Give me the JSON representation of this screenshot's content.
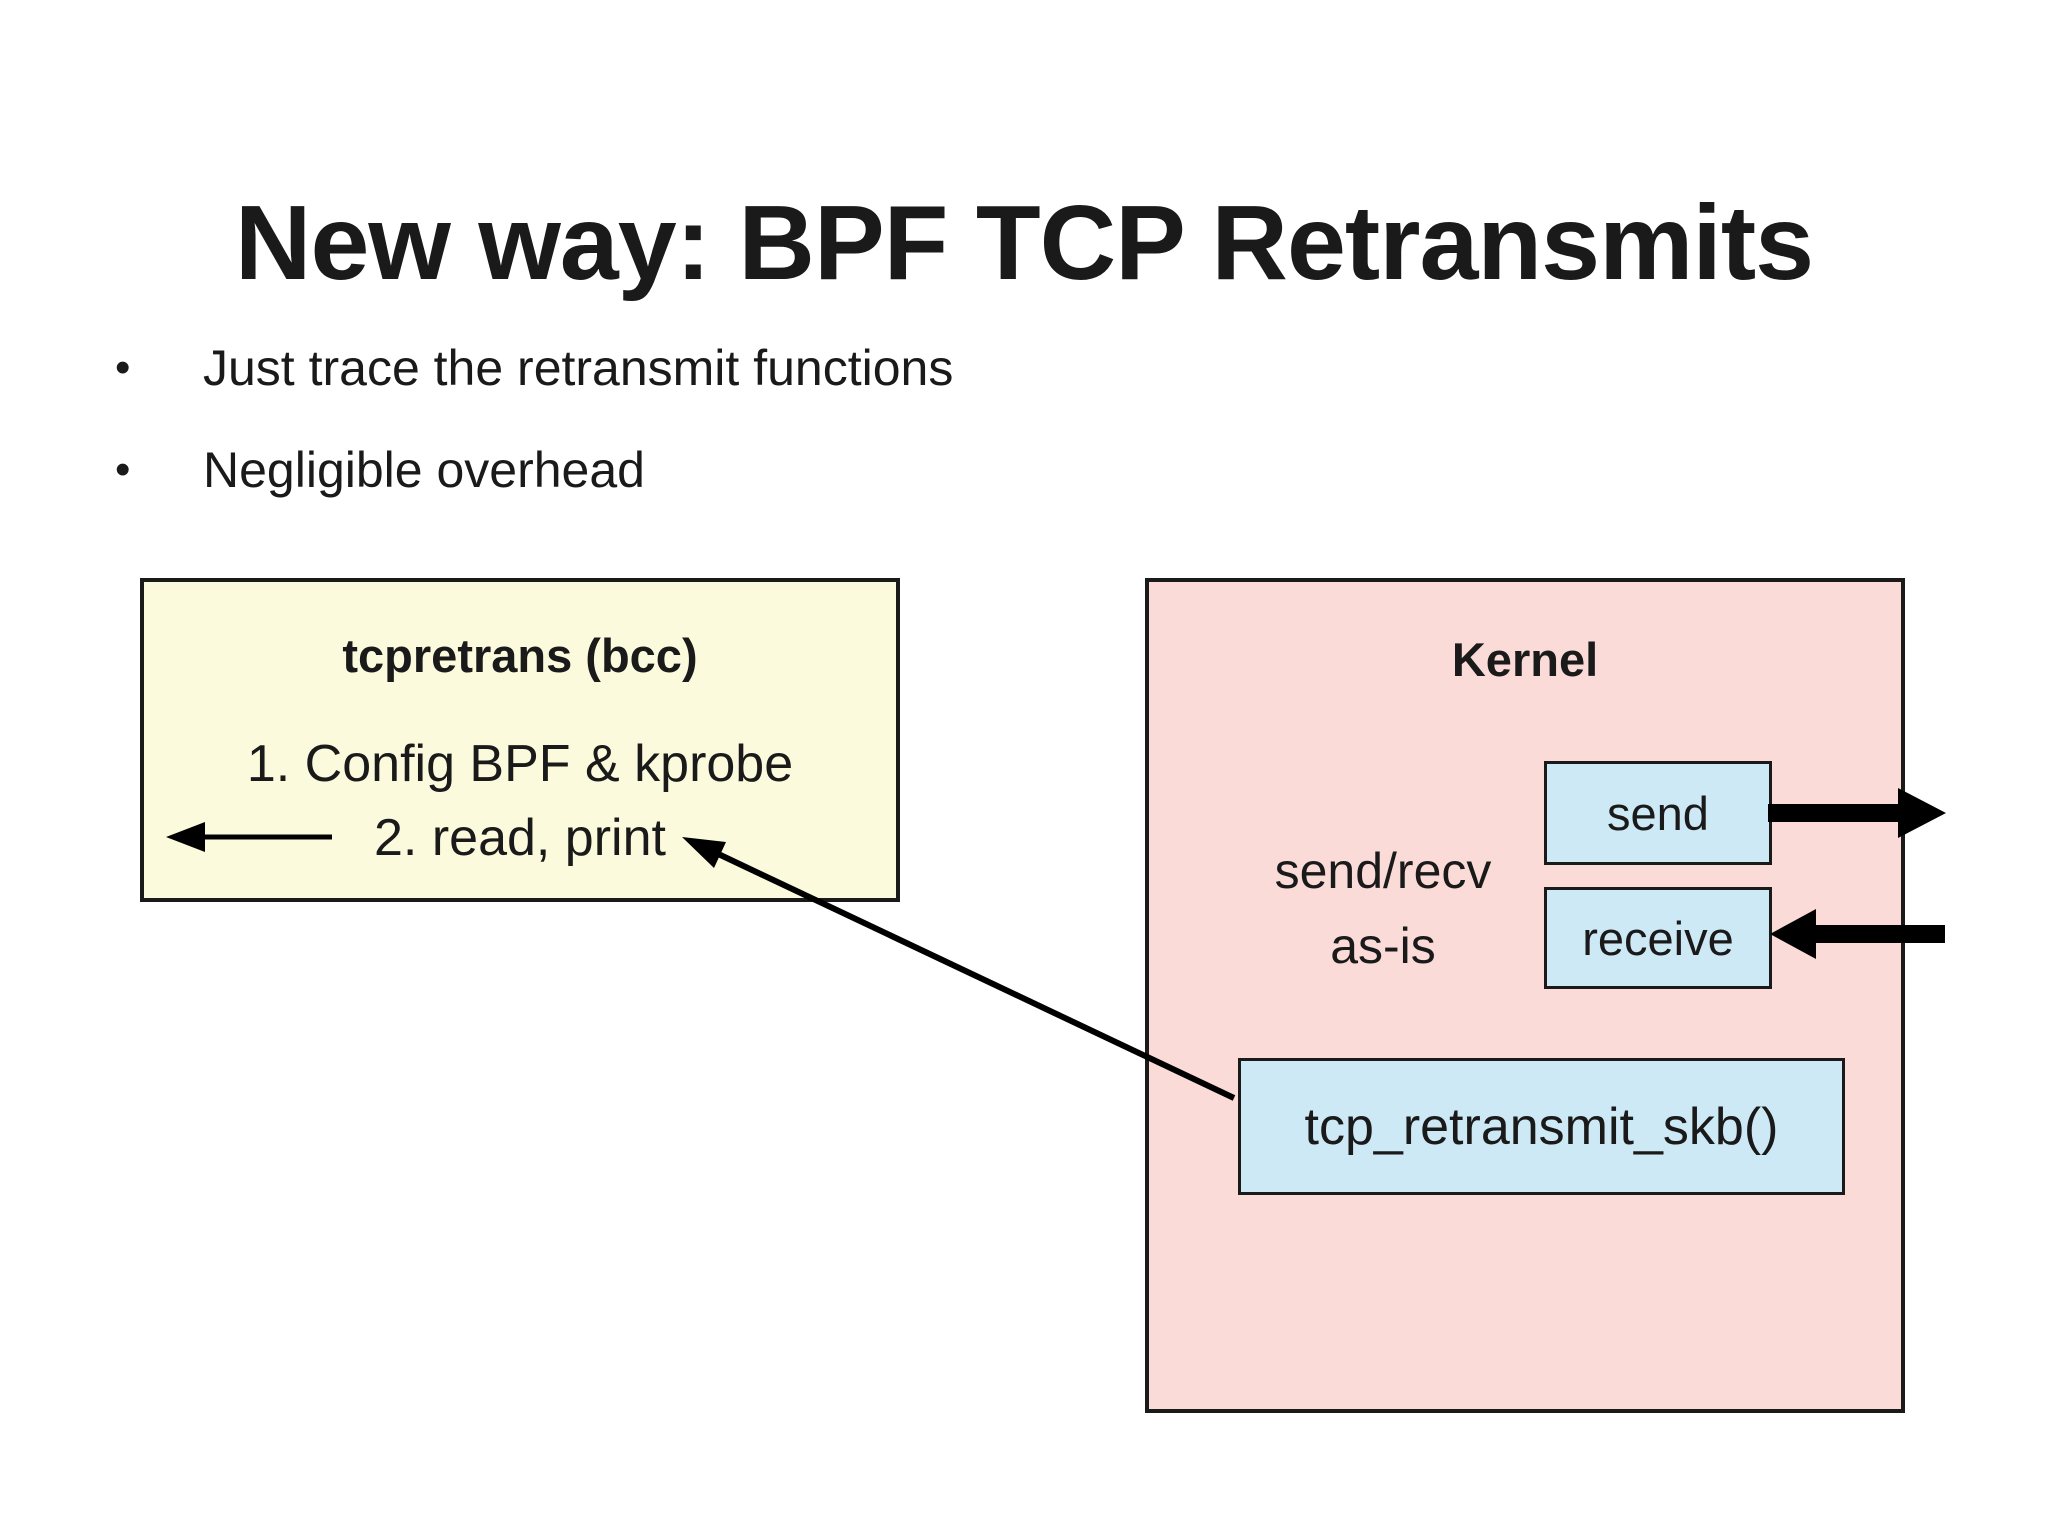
{
  "slide": {
    "title": "New way: BPF TCP Retransmits",
    "bullet_char": "•",
    "bullets": [
      "Just trace the retransmit functions",
      "Negligible overhead"
    ],
    "colors": {
      "box_yellow": "#FCFADC",
      "box_pink": "#FADBD8",
      "box_blue": "#CDE9F6",
      "border": "#1a1a1a",
      "text": "#1a1a1a"
    },
    "diagram": {
      "tool_box": {
        "title": "tcpretrans (bcc)",
        "steps": [
          "1. Config BPF & kprobe",
          "2. read, print"
        ]
      },
      "kernel_box": {
        "title": "Kernel",
        "side_label_line1": "send/recv",
        "side_label_line2": "as-is",
        "send_label": "send",
        "receive_label": "receive",
        "retransmit_label": "tcp_retransmit_skb()"
      }
    }
  }
}
